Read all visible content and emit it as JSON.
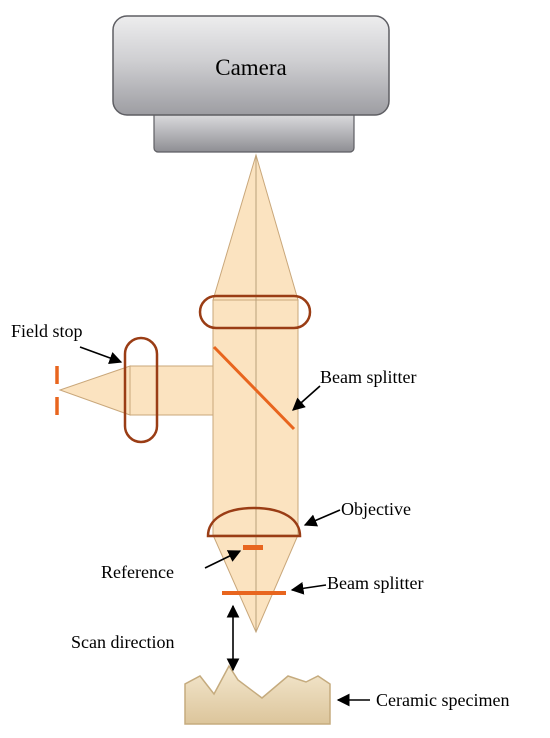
{
  "camera": {
    "label": "Camera"
  },
  "labels": {
    "field_stop": "Field stop",
    "beam_splitter_upper": "Beam splitter",
    "objective": "Objective",
    "reference": "Reference",
    "beam_splitter_lower": "Beam splitter",
    "scan_direction": "Scan direction",
    "ceramic_specimen": "Ceramic specimen"
  },
  "colors": {
    "beam_fill": "#fbe3c0",
    "beam_stroke": "#c9a77a",
    "optics": "#9a3d15",
    "markers": "#e8651e",
    "camera_body": "#c9c9cc",
    "specimen": "#ead8b4"
  }
}
